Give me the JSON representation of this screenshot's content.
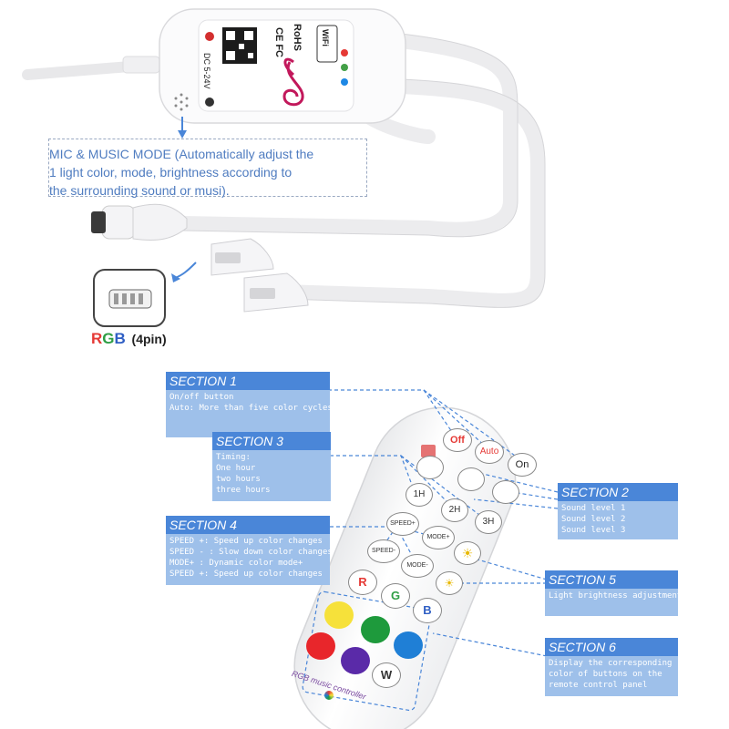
{
  "controller": {
    "device_labels": {
      "wifi": "WiFi",
      "rohs": "RoHS",
      "ce_fc": "CE FC",
      "voltage": "DC 5-24V"
    },
    "connector_label": {
      "rgb_r": "R",
      "rgb_g": "GB",
      "pins": "(4pin)"
    }
  },
  "mic_callout": {
    "lines": [
      "MIC & MUSIC MODE  (Automatically adjust the",
      "1 light color, mode, brightness according to",
      "the surrounding sound or musi)."
    ]
  },
  "sections": [
    {
      "title": "SECTION 1",
      "lines": [
        "On/off button",
        "Auto: More than five color cycles"
      ]
    },
    {
      "title": "SECTION 3",
      "lines": [
        "Timing:",
        "One hour",
        "two hours",
        "three hours"
      ]
    },
    {
      "title": "SECTION 2",
      "lines": [
        "Sound level 1",
        "Sound level 2",
        "Sound level 3"
      ]
    },
    {
      "title": "SECTION 4",
      "lines": [
        "SPEED +: Speed up color changes",
        "SPEED - : Slow down color changes",
        "MODE+ : Dynamic color mode+",
        "SPEED +: Speed up color changes"
      ]
    },
    {
      "title": "SECTION 5",
      "lines": [
        "Light brightness adjustment"
      ]
    },
    {
      "title": "SECTION 6",
      "lines": [
        "Display the corresponding",
        "color of buttons on the",
        "remote control panel"
      ]
    }
  ],
  "remote": {
    "buttons": {
      "off": "Off",
      "auto": "Auto",
      "on": "On",
      "t1": "1H",
      "t2": "2H",
      "t3": "3H",
      "speed_up": "SPEED+",
      "mode_up": "MODE+",
      "speed_down": "SPEED-",
      "mode_down": "MODE-",
      "r": "R",
      "g": "G",
      "b": "B",
      "w": "W"
    },
    "brand": "RGB music controller"
  },
  "colors": {
    "accent": "#4a86d8",
    "panel": "#9ec0ea",
    "red": "#e8262b",
    "green": "#1e9a3c",
    "blue": "#1f7fd6",
    "yellow": "#f6e13a",
    "purple": "#5a2aa8"
  }
}
